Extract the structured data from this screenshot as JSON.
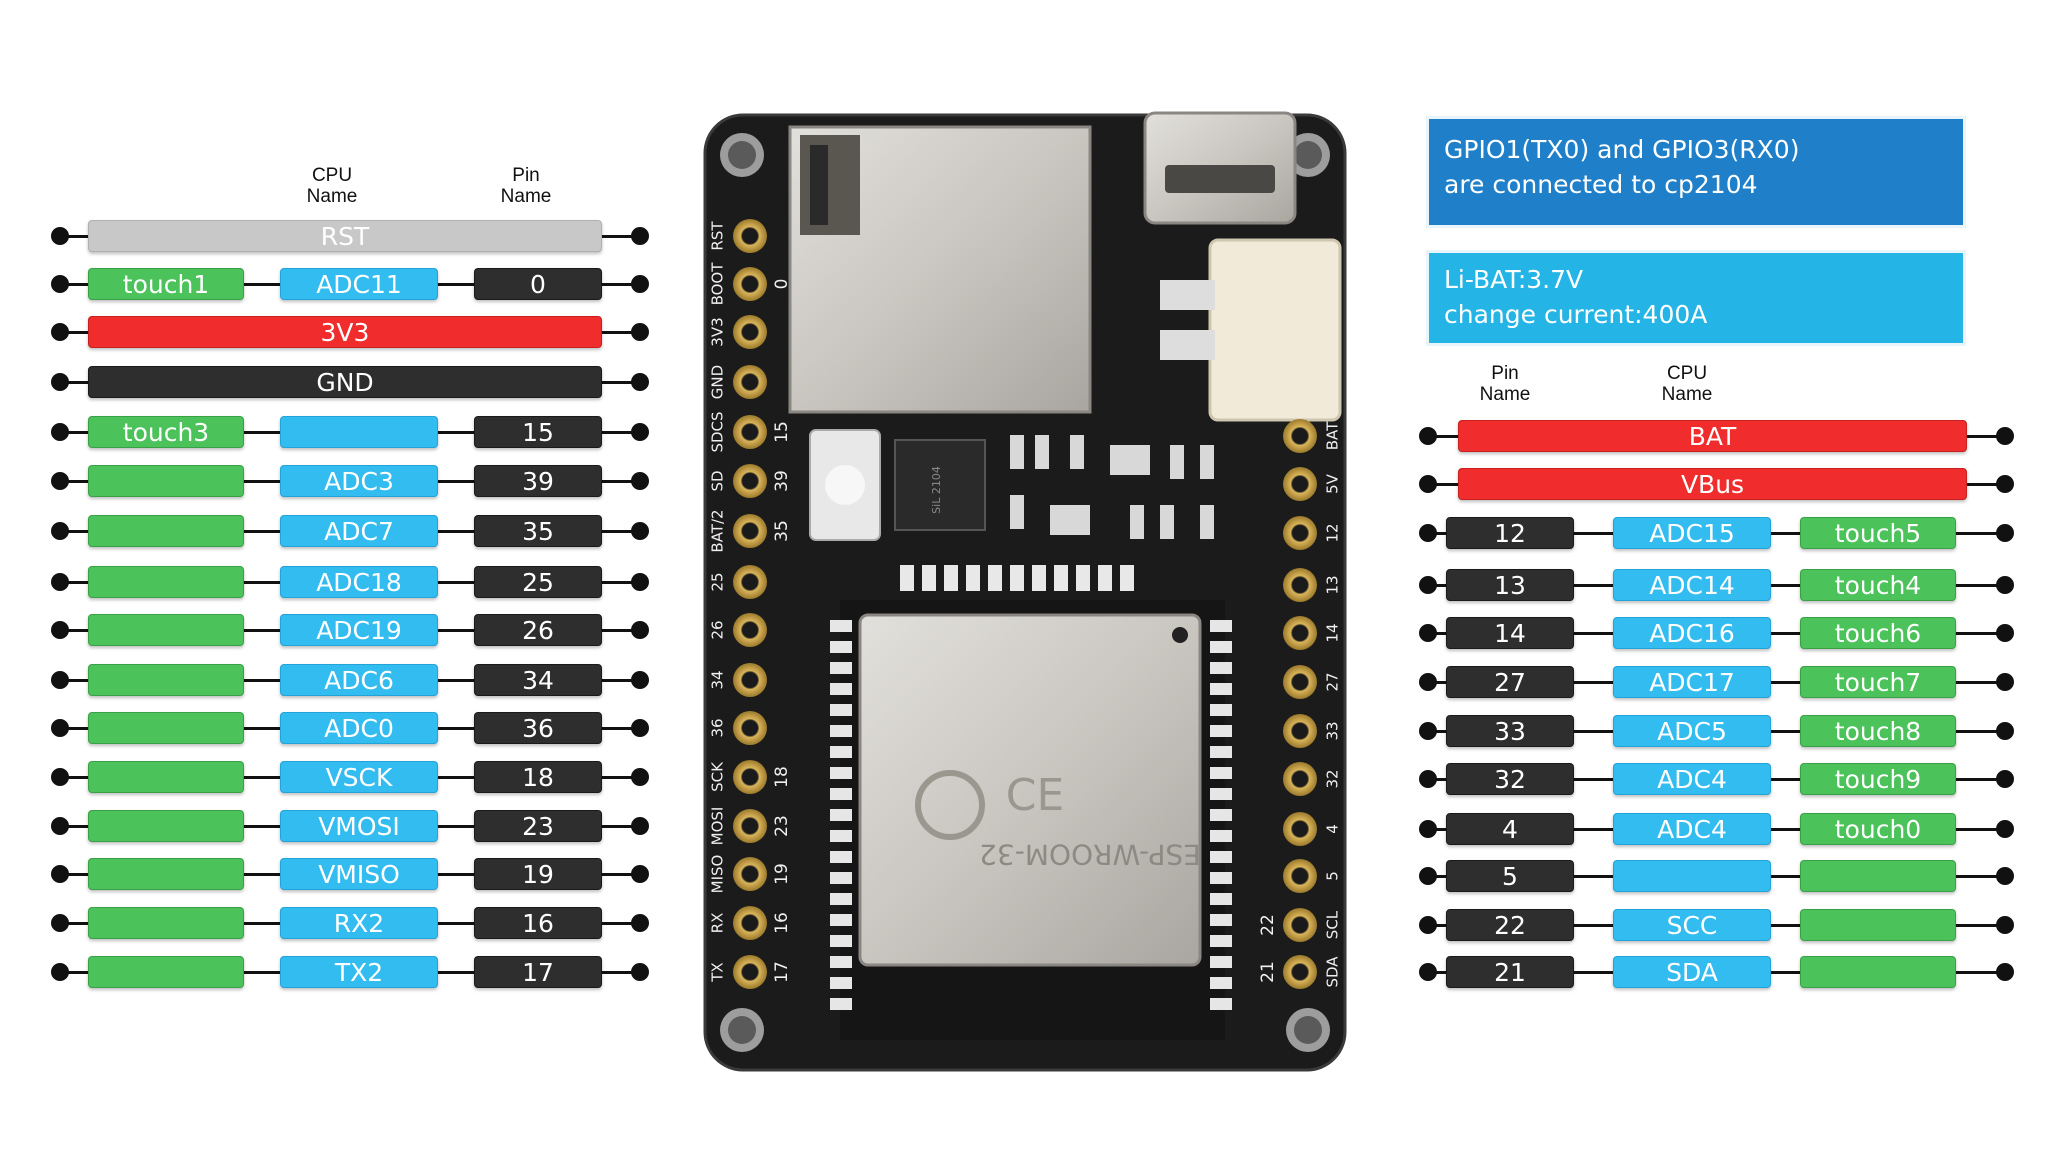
{
  "left_header": {
    "cpu_name": "CPU\nName",
    "pin_name": "Pin\nName"
  },
  "right_header": {
    "pin_name": "Pin\nName",
    "cpu_name": "CPU\nName"
  },
  "colors": {
    "green": "#4cc25a",
    "blue": "#33bcf0",
    "black": "#2e2e2e",
    "red": "#f02c2c",
    "grey": "#c8c8c8",
    "info_dark": "#1f7fc9",
    "info_light": "#25b4e6"
  },
  "info_boxes": [
    {
      "line1": "GPIO1(TX0) and GPIO3(RX0)",
      "line2": "are connected to cp2104"
    },
    {
      "line1": "Li-BAT:3.7V",
      "line2": "change current:400A"
    }
  ],
  "left_rows": [
    {
      "full": "RST",
      "color": "grey"
    },
    {
      "touch": "touch1",
      "adc": "ADC11",
      "pin": "0"
    },
    {
      "full": "3V3",
      "color": "red"
    },
    {
      "full": "GND",
      "color": "black"
    },
    {
      "touch": "touch3",
      "adc": "",
      "pin": "15"
    },
    {
      "touch": "",
      "adc": "ADC3",
      "pin": "39"
    },
    {
      "touch": "",
      "adc": "ADC7",
      "pin": "35"
    },
    {
      "touch": "",
      "adc": "ADC18",
      "pin": "25"
    },
    {
      "touch": "",
      "adc": "ADC19",
      "pin": "26"
    },
    {
      "touch": "",
      "adc": "ADC6",
      "pin": "34"
    },
    {
      "touch": "",
      "adc": "ADC0",
      "pin": "36"
    },
    {
      "touch": "",
      "adc": "VSCK",
      "pin": "18"
    },
    {
      "touch": "",
      "adc": "VMOSI",
      "pin": "23"
    },
    {
      "touch": "",
      "adc": "VMISO",
      "pin": "19"
    },
    {
      "touch": "",
      "adc": "RX2",
      "pin": "16"
    },
    {
      "touch": "",
      "adc": "TX2",
      "pin": "17"
    }
  ],
  "right_rows": [
    {
      "full": "BAT",
      "color": "red"
    },
    {
      "full": "VBus",
      "color": "red"
    },
    {
      "pin": "12",
      "adc": "ADC15",
      "touch": "touch5"
    },
    {
      "pin": "13",
      "adc": "ADC14",
      "touch": "touch4"
    },
    {
      "pin": "14",
      "adc": "ADC16",
      "touch": "touch6"
    },
    {
      "pin": "27",
      "adc": "ADC17",
      "touch": "touch7"
    },
    {
      "pin": "33",
      "adc": "ADC5",
      "touch": "touch8"
    },
    {
      "pin": "32",
      "adc": "ADC4",
      "touch": "touch9"
    },
    {
      "pin": "4",
      "adc": "ADC4",
      "touch": "touch0"
    },
    {
      "pin": "5",
      "adc": "",
      "touch": ""
    },
    {
      "pin": "22",
      "adc": "SCC",
      "touch": ""
    },
    {
      "pin": "21",
      "adc": "SDA",
      "touch": ""
    }
  ],
  "board": {
    "left_silk": [
      "RST",
      "BOOT",
      "3V3",
      "GND",
      "SDCS",
      "SD",
      "BAT/2",
      "25",
      "26",
      "34",
      "36",
      "SCK",
      "MOSI",
      "MISO",
      "RX",
      "TX"
    ],
    "left_silk_num": [
      "",
      "0",
      "",
      "",
      "15",
      "39",
      "35",
      "",
      "",
      "",
      "",
      "18",
      "23",
      "19",
      "16",
      "17"
    ],
    "right_silk": [
      "BAT",
      "5V",
      "12",
      "13",
      "14",
      "27",
      "33",
      "32",
      "4",
      "5",
      "SCL",
      "SDA"
    ],
    "right_silk_num": [
      "",
      "",
      "",
      "",
      "",
      "",
      "",
      "",
      "",
      "",
      "22",
      "21"
    ],
    "module_text": "ESP-WROOM-32",
    "chip_text": "SiL 2104"
  }
}
